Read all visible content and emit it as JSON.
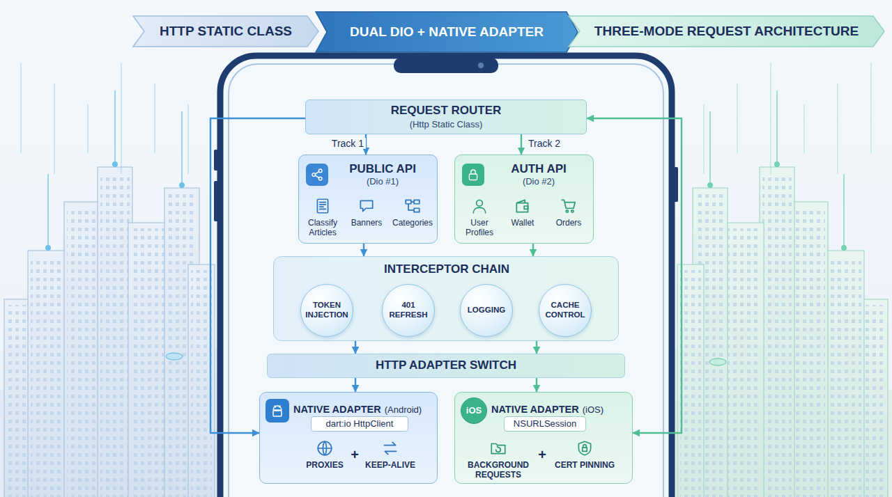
{
  "diagram": {
    "nodes": [
      {
        "text": [
          "HTTP STATIC CLASS"
        ]
      },
      {
        "text": [
          "DUAL DIO + NATIVE ADAPTER"
        ]
      },
      {
        "text": [
          "THREE-MODE REQUEST ARCHITECTURE"
        ]
      },
      {
        "text": [
          "REQUEST ROUTER",
          "(Http Static Class)"
        ]
      },
      {
        "text": [
          "PUBLIC API",
          "(Dio #1)"
        ]
      },
      {
        "text": [
          "Classify Articles"
        ],
        "in": 4
      },
      {
        "text": [
          "Banners"
        ],
        "in": 4
      },
      {
        "text": [
          "Categories"
        ],
        "in": 4
      },
      {
        "text": [
          "AUTH API",
          "(Dio #2)"
        ]
      },
      {
        "text": [
          "User Profiles"
        ],
        "in": 8
      },
      {
        "text": [
          "Wallet"
        ],
        "in": 8
      },
      {
        "text": [
          "Orders"
        ],
        "in": 8
      },
      {
        "text": [
          "INTERCEPTOR CHAIN"
        ]
      },
      {
        "text": [
          "TOKEN INJECTION"
        ],
        "in": 12
      },
      {
        "text": [
          "401 REFRESH"
        ],
        "in": 12
      },
      {
        "text": [
          "LOGGING"
        ],
        "in": 12
      },
      {
        "text": [
          "CACHE CONTROL"
        ],
        "in": 12
      },
      {
        "text": [
          "HTTP ADAPTER SWITCH"
        ]
      },
      {
        "text": [
          "NATIVE ADAPTER",
          "(Android)"
        ]
      },
      {
        "text": [
          "dart:io HttpClient"
        ],
        "in": 18
      },
      {
        "text": [
          "PROXIES"
        ],
        "in": 18
      },
      {
        "text": [
          "KEEP-ALIVE"
        ],
        "in": 18
      },
      {
        "text": [
          "NATIVE ADAPTER",
          "(iOS)"
        ]
      },
      {
        "text": [
          "iOS"
        ],
        "in": 22
      },
      {
        "text": [
          "NSURLSession"
        ],
        "in": 22
      },
      {
        "text": [
          "BACKGROUND REQUESTS"
        ],
        "in": 22
      },
      {
        "text": [
          "CERT PINNING"
        ],
        "in": 22
      }
    ],
    "edges": [
      {
        "from": 3,
        "to": 4,
        "label": "Track 1",
        "arrow": "to"
      },
      {
        "from": 3,
        "to": 8,
        "label": "Track 2",
        "arrow": "to"
      },
      {
        "from": 4,
        "to": 12,
        "arrow": "to"
      },
      {
        "from": 8,
        "to": 12,
        "arrow": "to"
      },
      {
        "from": 13,
        "to": 14,
        "arrow": "to"
      },
      {
        "from": 14,
        "to": 15,
        "arrow": "to"
      },
      {
        "from": 15,
        "to": 16,
        "arrow": "to"
      },
      {
        "from": 12,
        "to": 17,
        "arrow": "to"
      },
      {
        "from": 12,
        "to": 17,
        "arrow": "to"
      },
      {
        "from": 17,
        "to": 18,
        "arrow": "to"
      },
      {
        "from": 17,
        "to": 22,
        "arrow": "to"
      },
      {
        "from": 3,
        "to": 18,
        "arrow": "to"
      },
      {
        "from": 22,
        "to": 3,
        "arrow": "both"
      }
    ],
    "labels": [
      "+",
      "+"
    ]
  }
}
